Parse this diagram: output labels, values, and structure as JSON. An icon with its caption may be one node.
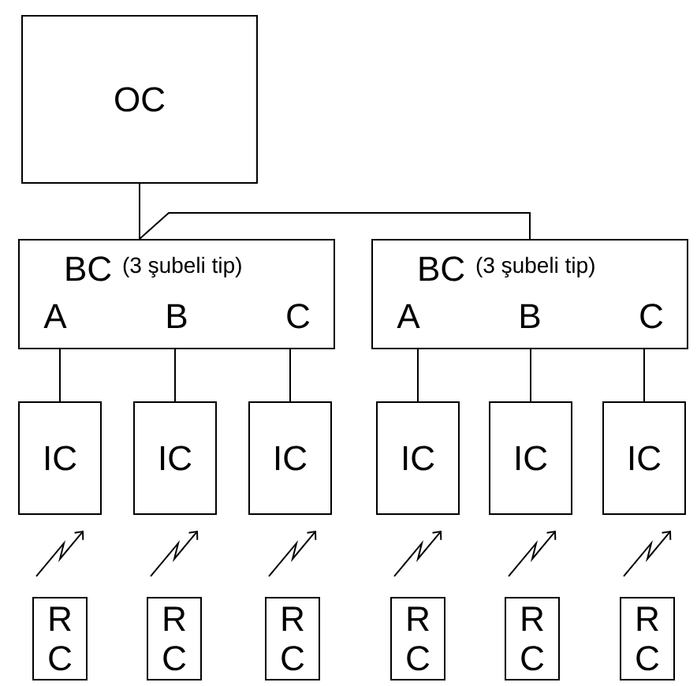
{
  "diagram": {
    "nodes": [
      {
        "text": [
          "OC"
        ]
      },
      {
        "text": [
          "BC",
          "(3 şubeli tip)",
          "A",
          "B",
          "C"
        ]
      },
      {
        "text": [
          "BC",
          "(3 şubeli tip)",
          "A",
          "B",
          "C"
        ]
      },
      {
        "text": [
          "IC"
        ]
      },
      {
        "text": [
          "IC"
        ]
      },
      {
        "text": [
          "IC"
        ]
      },
      {
        "text": [
          "IC"
        ]
      },
      {
        "text": [
          "IC"
        ]
      },
      {
        "text": [
          "IC"
        ]
      },
      {
        "text": [
          "R C"
        ]
      },
      {
        "text": [
          "R C"
        ]
      },
      {
        "text": [
          "R C"
        ]
      },
      {
        "text": [
          "R C"
        ]
      },
      {
        "text": [
          "R C"
        ]
      },
      {
        "text": [
          "R C"
        ]
      }
    ],
    "edges": [
      {
        "from": 0,
        "to": 1,
        "arrow": "none"
      },
      {
        "from": 0,
        "to": 2,
        "arrow": "none"
      },
      {
        "from": 1,
        "to": 3,
        "arrow": "none"
      },
      {
        "from": 1,
        "to": 4,
        "arrow": "none"
      },
      {
        "from": 1,
        "to": 5,
        "arrow": "none"
      },
      {
        "from": 2,
        "to": 6,
        "arrow": "none"
      },
      {
        "from": 2,
        "to": 7,
        "arrow": "none"
      },
      {
        "from": 2,
        "to": 8,
        "arrow": "none"
      },
      {
        "from": 9,
        "to": 3,
        "arrow": "to"
      },
      {
        "from": 10,
        "to": 4,
        "arrow": "to"
      },
      {
        "from": 11,
        "to": 5,
        "arrow": "to"
      },
      {
        "from": 12,
        "to": 6,
        "arrow": "to"
      },
      {
        "from": 13,
        "to": 7,
        "arrow": "to"
      },
      {
        "from": 14,
        "to": 8,
        "arrow": "to"
      }
    ]
  }
}
